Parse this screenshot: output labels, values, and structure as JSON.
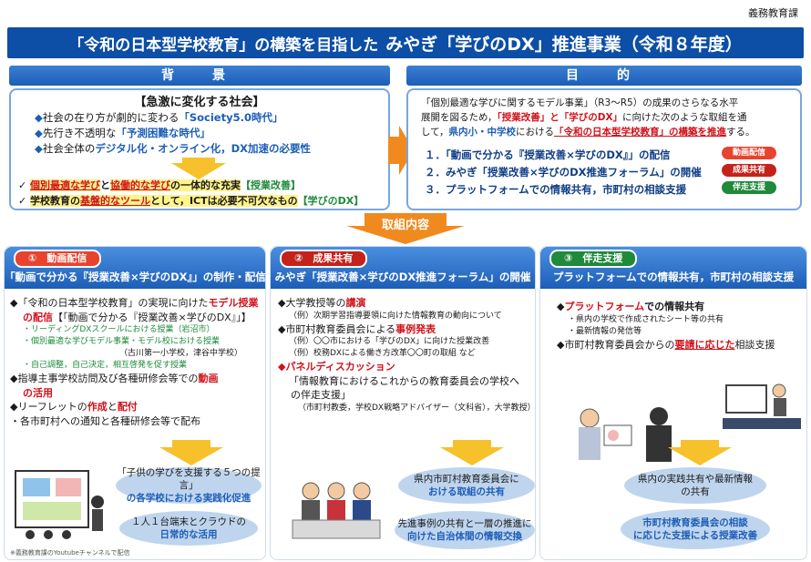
{
  "header": {
    "dept": "義務教育課",
    "title_a": "「令和の日本型学校教育」の構築を目指した",
    "title_b": "みやぎ「学びのDX」推進事業（令和８年度）"
  },
  "background": {
    "heading": "背　景",
    "box_title": "【急激に変化する社会】",
    "bullets": [
      {
        "pre": "社会の在り方が劇的に変わる",
        "hl": "「Society5.0時代」"
      },
      {
        "pre": "先行き不透明な",
        "hl": "「予測困難な時代」"
      },
      {
        "pre": "社会全体の",
        "hl": "デジタル化・オンライン化，DX加速の必要性"
      }
    ],
    "check1_a": "個別最適な学び",
    "check1_b": "と",
    "check1_c": "協働的な学び",
    "check1_d": "の一体的な充実",
    "check1_e": "【授業改善】",
    "check2_a": "学校教育の",
    "check2_b": "基盤的なツール",
    "check2_c": "として，ICTは必要不可欠なもの",
    "check2_d": "【学びのDX】"
  },
  "objective": {
    "heading": "目　的",
    "line1": "「個別最適な学びに関するモデル事業」（R3〜R5）の成果のさらなる水平",
    "line2_a": "展開を図るため，",
    "line2_b": "「授業改善」と「学びのDX」",
    "line2_c": "に向けた次のような取組を通",
    "line3_a": "して，",
    "line3_b": "県内小・中学校",
    "line3_c": "における",
    "line3_d": "「令和の日本型学校教育」の構築を推進",
    "line3_e": "する。",
    "items": [
      {
        "num": "１．",
        "text": "「動画で分かる『授業改善×学びのDX』」の配信",
        "tag": "動画配信",
        "color": "#e8432e"
      },
      {
        "num": "２．",
        "text": "みやぎ「授業改善×学びのDX推進フォーラム」の開催",
        "tag": "成果共有",
        "color": "#c4231c"
      },
      {
        "num": "３．",
        "text": "プラットフォームでの情報共有，市町村の相談支援",
        "tag": "伴走支援",
        "color": "#1e8a3a"
      }
    ]
  },
  "efforts_label": "取組内容",
  "col1": {
    "pill": "①　動画配信",
    "sub": "「動画で分かる『授業改善×学びのDX』」の制作・配信",
    "l1_a": "◆「令和の日本型学校教育」の実現に向けた",
    "l1_b": "モデル授業",
    "l2_a": "の配信",
    "l2_b": "【「動画で分かる『授業改善×学びのDX』」】",
    "s1": "・リーディングDXスクールにおける授業（岩沼市）",
    "s2": "・個別最適な学びモデル事業・モデル校における授業",
    "s3": "（古川第一小学校，津谷中学校）",
    "s4": "・自己調整，自己決定，相互啓発を促す授業",
    "l3_a": "◆指導主事学校訪問及び各種研修会等での",
    "l3_b": "動画",
    "l4": "の活用",
    "l5_a": "◆リーフレットの",
    "l5_b": "作成",
    "l5_c": "と",
    "l5_d": "配付",
    "l6": "・各市町村への通知と各種研修会等で配布",
    "oval1_a": "「子供の学びを支援する５つの提言」",
    "oval1_b": "の各学校における実践化促進",
    "oval2_a": "１人１台端末とクラウドの",
    "oval2_b": "日常的な活用",
    "credit": "※義務教育課のYoutubeチャンネルで配信"
  },
  "col2": {
    "pill": "②　成果共有",
    "sub": "みやぎ「授業改善×学びのDX推進フォーラム」の開催",
    "l1_a": "◆大学教授等の",
    "l1_b": "講演",
    "e1": "（例）次期学習指導要領に向けた情報教育の動向について",
    "l2_a": "◆市町村教育委員会による",
    "l2_b": "事例発表",
    "e2": "（例）〇〇市における「学びのDX」に向けた授業改善",
    "e3": "（例）校務DXによる働き方改革〇〇町の取組 など",
    "l3": "◆パネルディスカッション",
    "l4": "「情報教育におけるこれからの教育委員会の学校へ",
    "l5": "の伴走支援」",
    "e4": "（市町村教委，学校DX戦略アドバイザー（文科省），大学教授）",
    "oval1_a": "県内市町村教育委員会に",
    "oval1_b": "おける取組の共有",
    "oval2_a": "先進事例の共有と一層の推進に",
    "oval2_b": "向けた自治体間の情報交換"
  },
  "col3": {
    "pill": "③　伴走支援",
    "sub": "プラットフォームでの情報共有，市町村の相談支援",
    "l1_a": "◆",
    "l1_b": "プラットフォーム",
    "l1_c": "での情報共有",
    "s1": "・県内の学校で作成されたシート等の共有",
    "s2": "・最新情報の発信等",
    "l2_a": "◆市町村教育委員会からの",
    "l2_b": "要請に応じた",
    "l2_c": "相談支援",
    "oval1_a": "県内の実践共有や最新情報",
    "oval1_b": "の共有",
    "oval2_a": "市町村教育委員会の相談",
    "oval2_b": "に応じた支援による授業改善"
  }
}
